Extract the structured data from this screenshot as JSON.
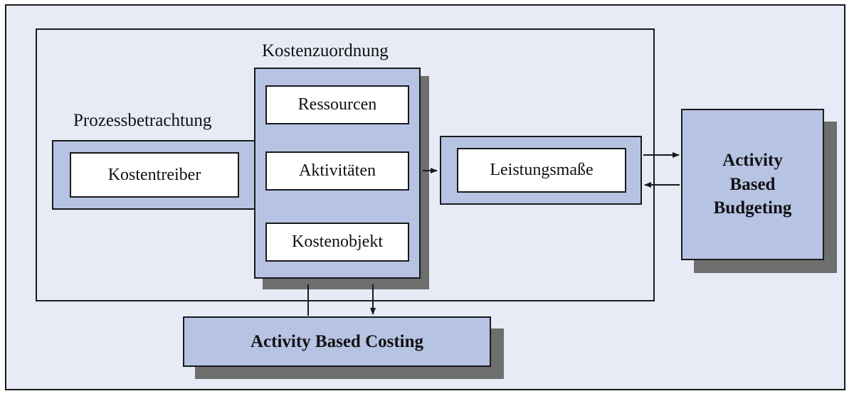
{
  "diagram": {
    "kostenzuordnung_label": "Kostenzuordnung",
    "prozessbetrachtung_label": "Prozessbetrachtung",
    "kostentreiber": "Kostentreiber",
    "ressourcen": "Ressourcen",
    "aktivitaeten": "Aktivitäten",
    "kostenobjekt": "Kostenobjekt",
    "leistungsmasse": "Leistungsmaße",
    "abb_line1": "Activity",
    "abb_line2": "Based",
    "abb_line3": "Budgeting",
    "abc": "Activity Based Costing"
  },
  "colors": {
    "background": "#e6ebf6",
    "box_fill": "#b6c3e3",
    "shadow": "#6e6e6e",
    "border": "#1a1a1a"
  }
}
